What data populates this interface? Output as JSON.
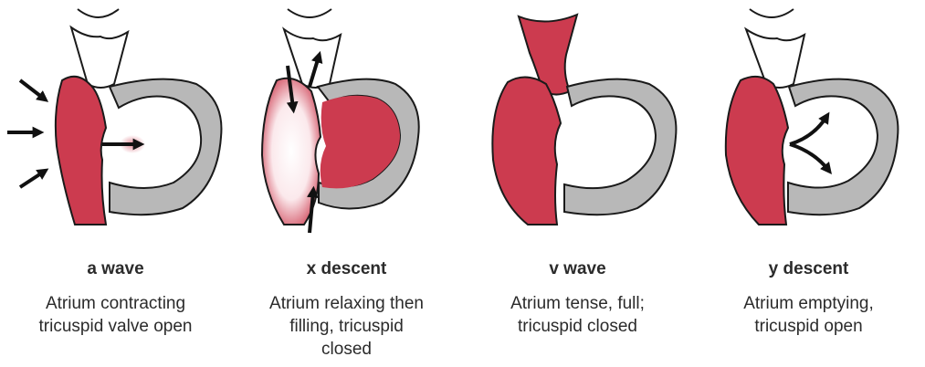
{
  "colors": {
    "blood": "#cc3b4f",
    "muscle": "#b8b8b8",
    "outline": "#1a1a1a",
    "text": "#2b2b2b"
  },
  "panels": [
    {
      "title": "a wave",
      "caption": [
        "Atrium contracting",
        "tricuspid valve open"
      ]
    },
    {
      "title": "x descent",
      "caption": [
        "Atrium relaxing then",
        "filling, tricuspid",
        "closed"
      ]
    },
    {
      "title": "v wave",
      "caption": [
        "Atrium tense, full;",
        "tricuspid closed"
      ]
    },
    {
      "title": "y descent",
      "caption": [
        "Atrium emptying,",
        "tricuspid open"
      ]
    }
  ]
}
